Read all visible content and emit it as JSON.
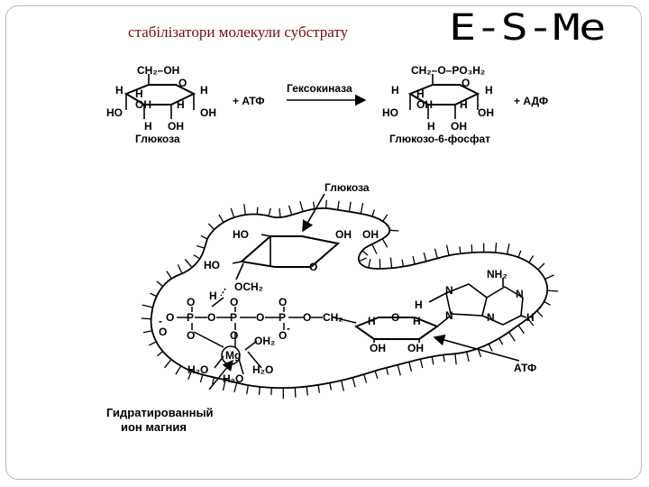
{
  "header": {
    "title": "стабілізатори молекули субстрату",
    "logo": "E-S-Me"
  },
  "reaction": {
    "reactant_name": "Глюкоза",
    "product_name": "Глюкозо-6-фосфат",
    "enzyme": "Гексокиназа",
    "plus_atp": "+ АТФ",
    "plus_adp": "+ АДФ",
    "labels": {
      "ch2oh": "CH₂–OH",
      "ch2opo3h2": "CH₂–O–PO₃H₂",
      "h": "H",
      "o": "O",
      "oh": "OH",
      "ho": "HO"
    }
  },
  "complex": {
    "label_glucose": "Глюкоза",
    "label_atp": "АТФ",
    "label_mg_ion_line1": "Гидратированный",
    "label_mg_ion_line2": "ион магния",
    "atoms": {
      "ho": "HO",
      "oh": "OH",
      "o": "O",
      "h": "H",
      "och2": "OCH₂",
      "p": "P",
      "minus": "-",
      "ch2": "CH₂",
      "oh2": "OH₂",
      "h2o": "H₂O",
      "mg": "Mg",
      "n": "N",
      "nh2": "NH₂"
    }
  }
}
